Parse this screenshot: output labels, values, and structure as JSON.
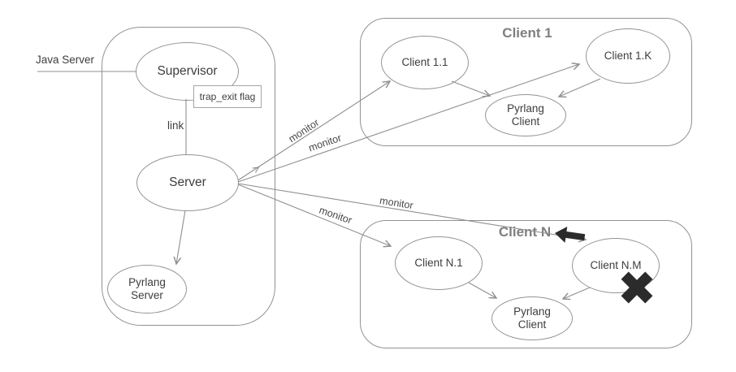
{
  "colors": {
    "background": "#ffffff",
    "stroke": "#8f8f8f",
    "node_text": "#3d3d3d",
    "group_title": "#7f7f7f",
    "icon": "#2b2b2b"
  },
  "server_group": {
    "external_label": "Java Server",
    "supervisor": "Supervisor",
    "trap_exit_box": "trap_exit flag",
    "link_label": "link",
    "server": "Server",
    "pyrlang_server": "Pyrlang Server"
  },
  "client1_group": {
    "title": "Client 1",
    "client_first": "Client 1.1",
    "client_last": "Client 1.K",
    "pyrlang_client": "Pyrlang Client"
  },
  "clientn_group": {
    "title": "Client N",
    "client_first": "Client N.1",
    "client_last": "Client N.M",
    "pyrlang_client": "Pyrlang Client"
  },
  "edge_labels": {
    "monitor_1": "monitor",
    "monitor_2": "monitor",
    "monitor_3": "monitor",
    "monitor_4": "monitor"
  },
  "icons": {
    "left_arrow": "left-arrow-icon",
    "crash_x": "crash-x-icon"
  }
}
